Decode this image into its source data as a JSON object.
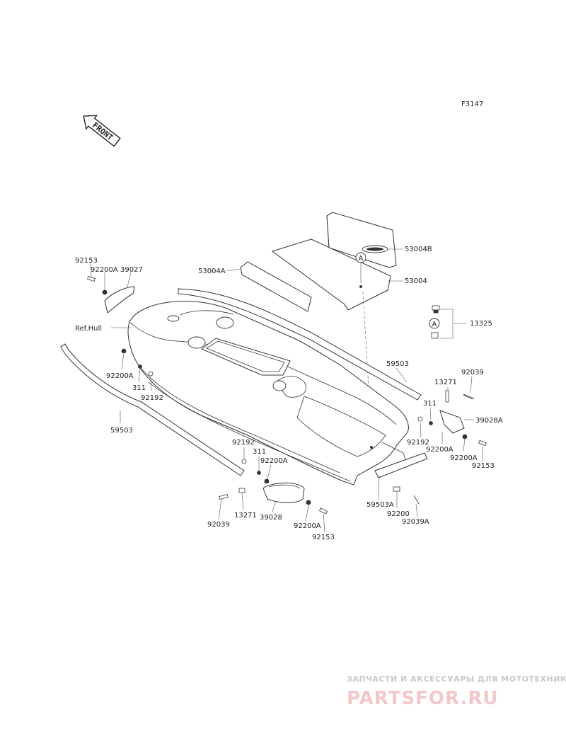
{
  "figure_code": "F3147",
  "front_label": "FRONT",
  "ref_hull_label": "Ref.Hull",
  "callout_letter": "A",
  "part_labels": [
    "92153",
    "92200A",
    "39027",
    "53004A",
    "53004B",
    "53004",
    "13325",
    "92200A",
    "311",
    "92192",
    "59503",
    "59503",
    "13271",
    "92039",
    "311",
    "39028A",
    "92192",
    "92200A",
    "92200A",
    "92153",
    "92192",
    "311",
    "92200A",
    "92039",
    "13271",
    "39028",
    "92200A",
    "92153",
    "59503A",
    "92200",
    "92039A"
  ],
  "watermark": {
    "line1": "ЗАПЧАСТИ И АКСЕССУАРЫ ДЛЯ МОТОТЕХНИКИ",
    "line2": "PARTSFOR.RU"
  }
}
